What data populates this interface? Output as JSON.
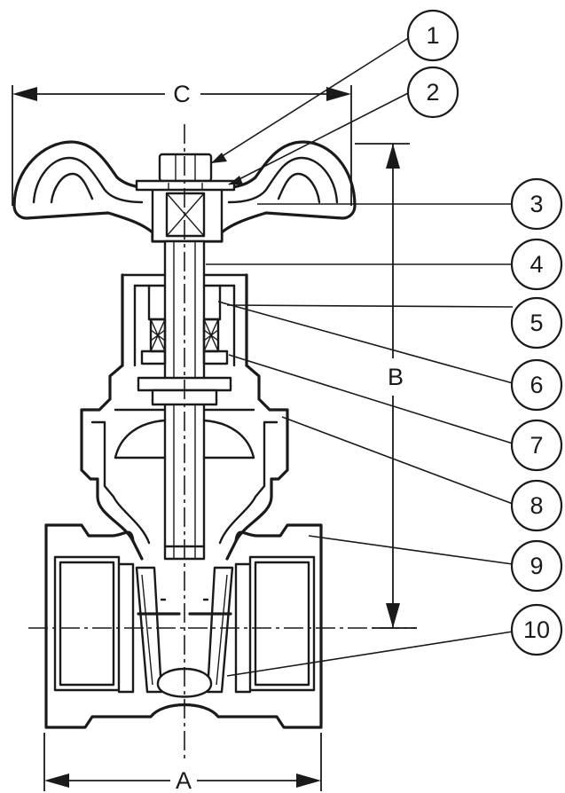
{
  "dimensions": {
    "A": "A",
    "B": "B",
    "C": "C"
  },
  "part_numbers": [
    "1",
    "2",
    "3",
    "4",
    "5",
    "6",
    "7",
    "8",
    "9",
    "10"
  ]
}
